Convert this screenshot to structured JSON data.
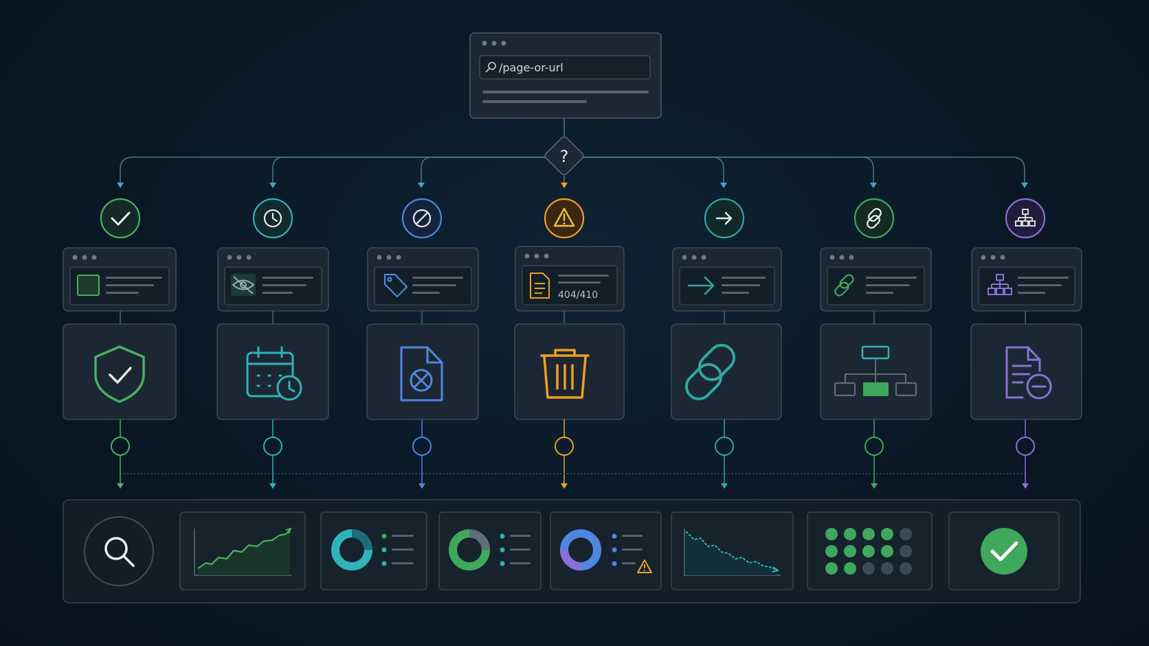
{
  "search": {
    "value": "/page-or-url"
  },
  "decision": {
    "label": "?"
  },
  "colors": {
    "green": "#4caf64",
    "teal": "#2fb3b8",
    "blue": "#4f86e0",
    "orange": "#f0a020",
    "teal2": "#2fa8a0",
    "green2": "#3fa85c",
    "purple": "#8a6fd8",
    "line": "#4a6878"
  },
  "branches": [
    {
      "status_icon": "check-icon",
      "card_icon": "green-square-icon",
      "big_icon": "shield-check-icon",
      "color": "#4caf64"
    },
    {
      "status_icon": "clock-icon",
      "card_icon": "eye-off-icon",
      "big_icon": "calendar-clock-icon",
      "color": "#2fb3b8"
    },
    {
      "status_icon": "block-icon",
      "card_icon": "tag-icon",
      "big_icon": "file-x-icon",
      "color": "#4f86e0"
    },
    {
      "status_icon": "warning-icon",
      "card_icon": "document-icon",
      "big_icon": "trash-icon",
      "color": "#f0a020",
      "card_text": "404/410"
    },
    {
      "status_icon": "arrow-right-icon",
      "card_icon": "arrow-right-icon",
      "big_icon": "link-icon",
      "color": "#2fa8a0"
    },
    {
      "status_icon": "link-icon",
      "card_icon": "link-icon",
      "big_icon": "sitemap-icon",
      "color": "#3fa85c"
    },
    {
      "status_icon": "sitemap-icon",
      "card_icon": "sitemap-icon",
      "big_icon": "file-minus-icon",
      "color": "#8a6fd8"
    }
  ],
  "results_panel": {
    "items": [
      "search-icon",
      "rising-line-chart",
      "donut-chart-teal",
      "donut-chart-green",
      "donut-chart-blue-warning",
      "falling-line-chart",
      "dot-matrix",
      "success-check-icon"
    ]
  }
}
